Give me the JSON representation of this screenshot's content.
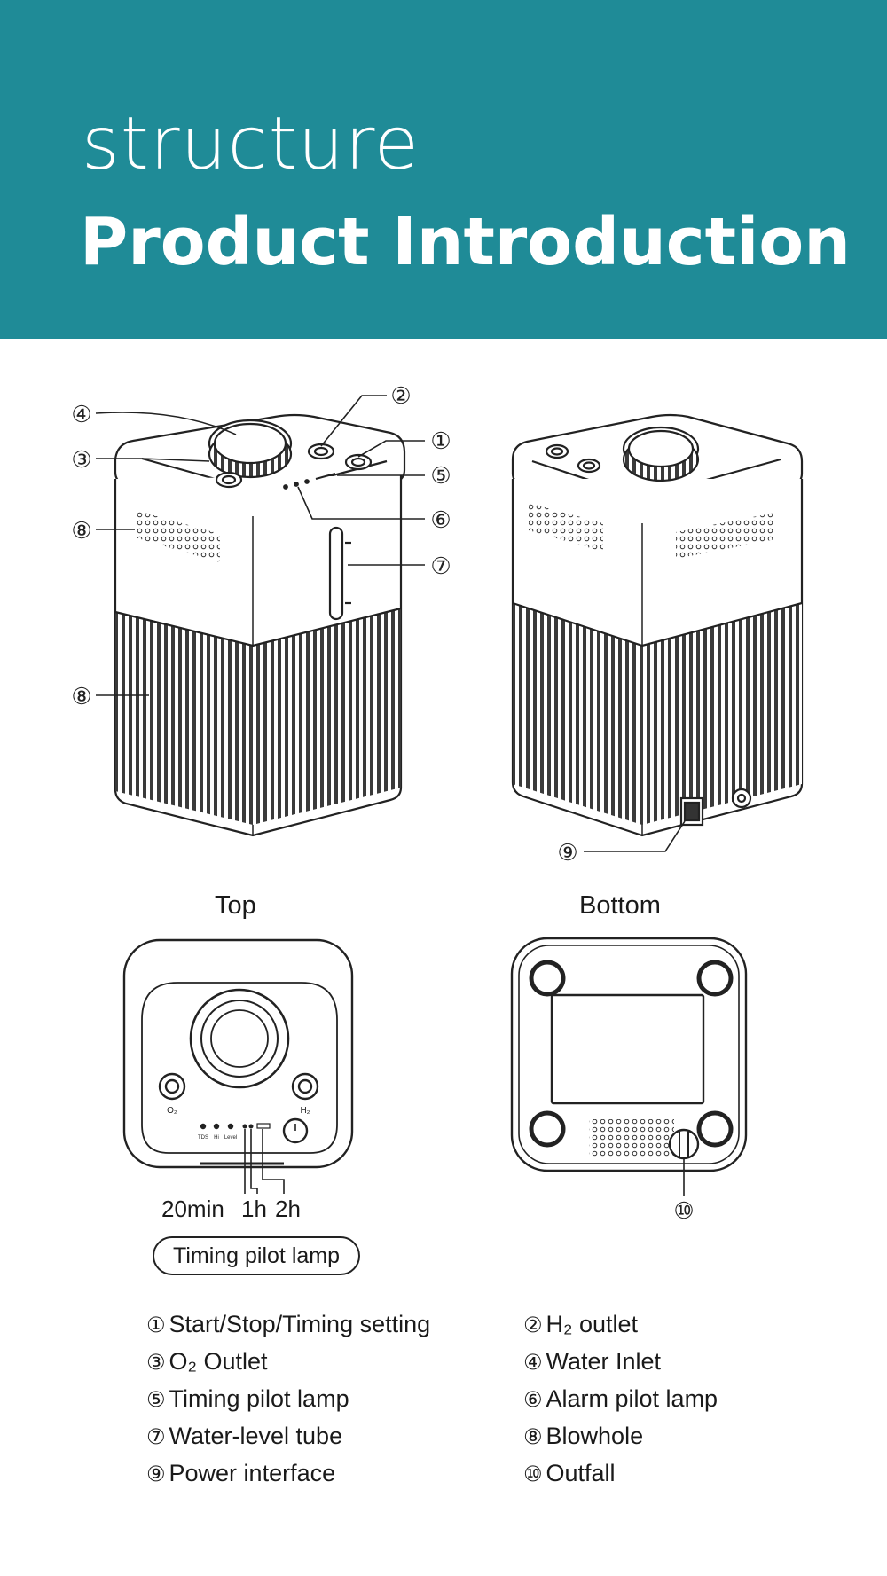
{
  "header": {
    "subtitle": "structure",
    "title": "Product Introduction",
    "background_color": "#1f8b97"
  },
  "views": {
    "top_label": "Top",
    "bottom_label": "Bottom"
  },
  "callouts": [
    "①",
    "②",
    "③",
    "④",
    "⑤",
    "⑥",
    "⑦",
    "⑧",
    "⑨",
    "⑩"
  ],
  "top_view": {
    "o2_label": "O₂",
    "h2_label": "H₂",
    "lamp_labels": [
      "TDS",
      "Hi",
      "Level"
    ],
    "timing_20min": "20min",
    "timing_1h": "1h",
    "timing_2h": "2h",
    "timing_pill": "Timing pilot lamp"
  },
  "legend": [
    {
      "num": "①",
      "text": "Start/Stop/Timing setting"
    },
    {
      "num": "②",
      "text": "H₂ outlet"
    },
    {
      "num": "③",
      "text": "O₂ Outlet"
    },
    {
      "num": "④",
      "text": "Water Inlet"
    },
    {
      "num": "⑤",
      "text": "Timing pilot lamp"
    },
    {
      "num": "⑥",
      "text": "Alarm pilot lamp"
    },
    {
      "num": "⑦",
      "text": "Water-level tube"
    },
    {
      "num": "⑧",
      "text": "Blowhole"
    },
    {
      "num": "⑨",
      "text": "Power interface"
    },
    {
      "num": "⑩",
      "text": "Outfall"
    }
  ]
}
